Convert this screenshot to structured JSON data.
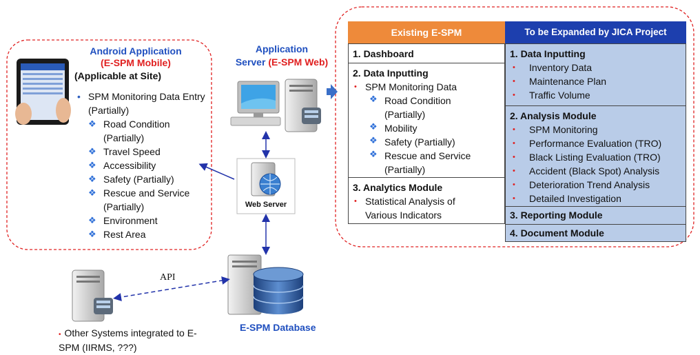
{
  "android": {
    "title_line1": "Android Application",
    "title_line2": "(E-SPM Mobile)",
    "title_line3": "(Applicable at Site)",
    "main_item": "SPM Monitoring Data Entry (Partially)",
    "sub_items": [
      "Road Condition (Partially)",
      "Travel Speed",
      "Accessibility",
      "Safety (Partially)",
      "Rescue and Service (Partially)",
      "Environment",
      "Rest Area"
    ]
  },
  "app_server": {
    "line1": "Application",
    "line2": "Server",
    "line2_red": "(E-SPM Web)"
  },
  "web_server_label": "Web Server",
  "database_label": "E-SPM Database",
  "api_label": "API",
  "other_systems": "Other Systems integrated to E-SPM (IIRMS, ???)",
  "existing": {
    "header": "Existing E-SPM",
    "sections": {
      "dashboard": "1. Dashboard",
      "data_inputting": "2. Data Inputting",
      "data_inputting_item": "SPM Monitoring Data",
      "data_inputting_sub": [
        "Road Condition (Partially)",
        "Mobility",
        "Safety (Partially)",
        "Rescue and Service (Partially)"
      ],
      "analytics": "3. Analytics Module",
      "analytics_item": "Statistical Analysis of Various Indicators"
    }
  },
  "expanded": {
    "header": "To be Expanded by JICA Project",
    "data_inputting": "1. Data Inputting",
    "data_inputting_items": [
      "Inventory Data",
      "Maintenance Plan",
      "Traffic Volume"
    ],
    "analysis": "2. Analysis Module",
    "analysis_items": [
      "SPM Monitoring",
      "Performance Evaluation (TRO)",
      "Black Listing Evaluation (TRO)",
      "Accident (Black Spot) Analysis",
      "Deterioration Trend Analysis",
      "Detailed Investigation"
    ],
    "reporting": "3. Reporting Module",
    "document": "4. Document Module"
  },
  "colors": {
    "blue_text": "#1f4fbf",
    "red_text": "#e02020",
    "orange_header": "#ee8a3a",
    "navy_header": "#1d3fae",
    "light_blue_fill": "#b9cce8",
    "dashed_border": "#e02020"
  }
}
